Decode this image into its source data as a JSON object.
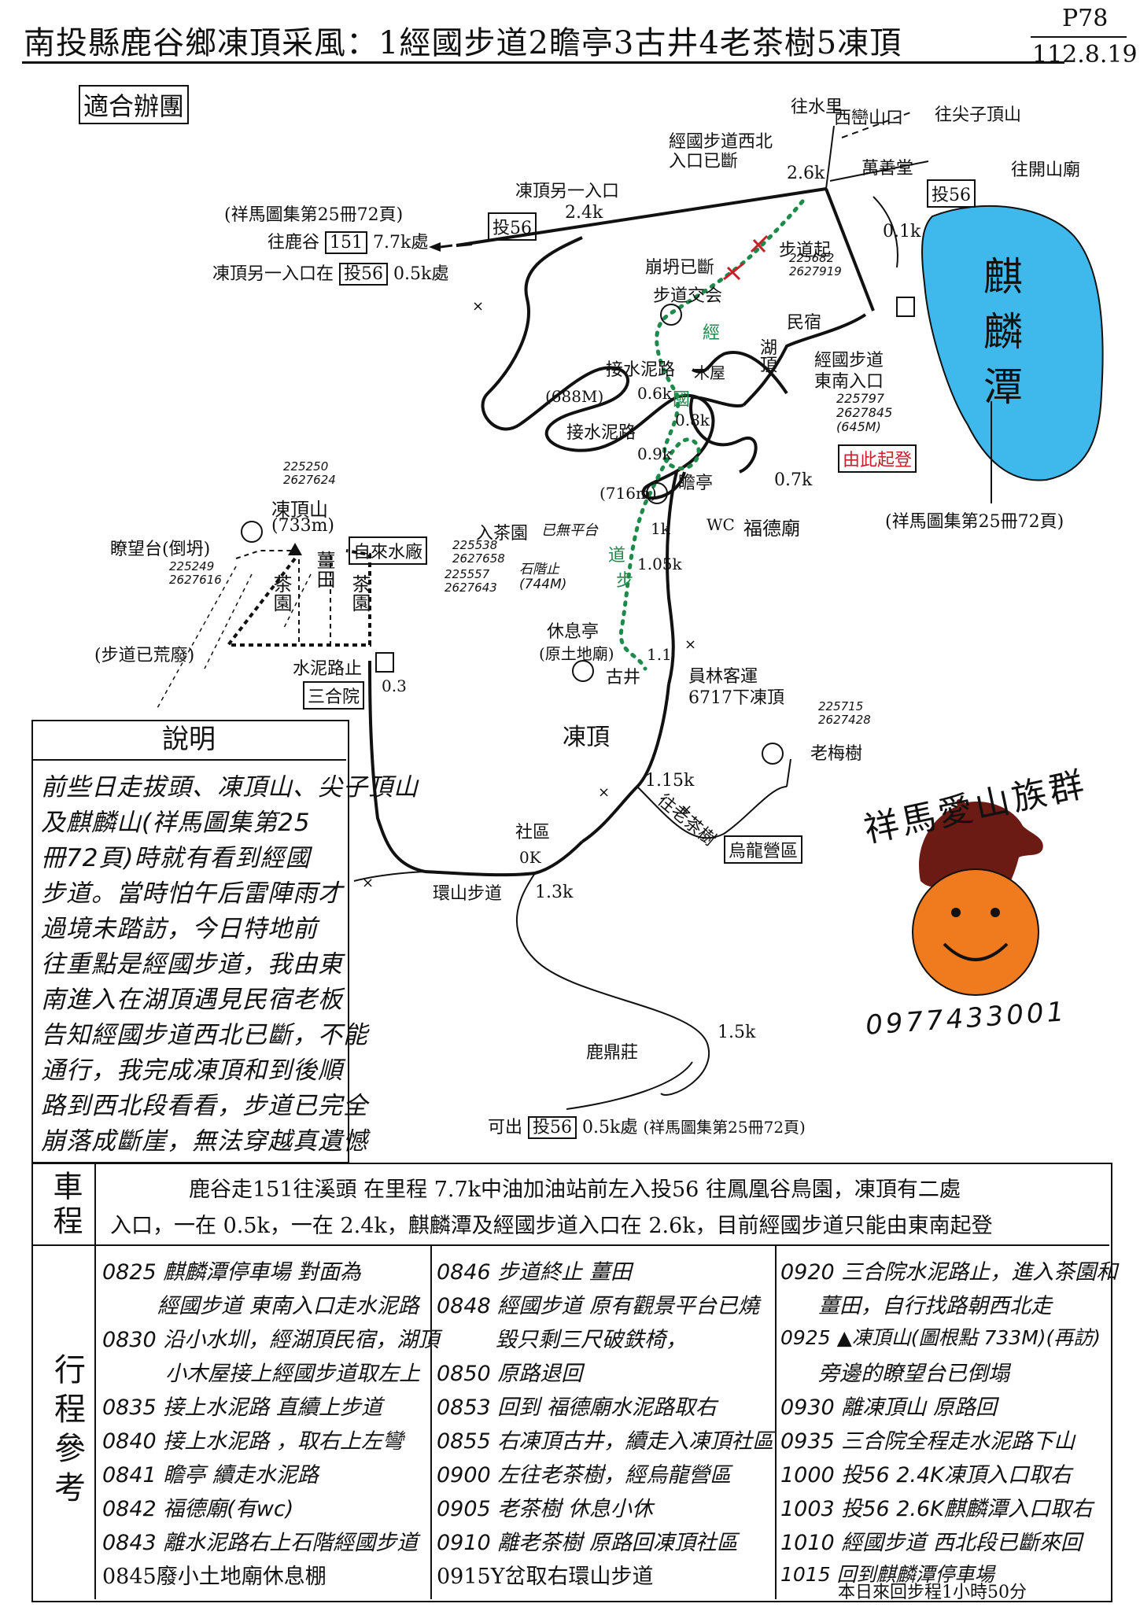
{
  "header": {
    "title": "南投縣鹿谷鄉凍頂采風：1經國步道2瞻亭3古井4老茶樹5凍頂",
    "page_no": "P78",
    "date": "112.8.19",
    "badge": "適合辦團"
  },
  "map": {
    "to_shuili": "往水里",
    "xiluanshan": "西巒山口",
    "to_jianzitou": "往尖子頂山",
    "wanshantang": "萬善堂",
    "to_kaishan": "往開山廟",
    "nw_entrance": "經國步道西北\n入口已斷",
    "d26": "2.6k",
    "tou56_a": "投56",
    "d01": "0.1k",
    "dongding_other": "凍頂另一入口",
    "d24": "2.4k",
    "tou56_b": "投56",
    "xiangma_a": "(祥馬圖集第25冊72頁)",
    "to_lugu_pre": "往鹿谷",
    "r151": "151",
    "to_lugu_post": "7.7k處",
    "other_ent_pre": "凍頂另一入口在",
    "tou56_c": "投56",
    "other_ent_post": "0.5k處",
    "collapse": "崩坍已斷",
    "trail_junction": "步道交会",
    "trail_start": "步道起",
    "trail_start_coord": "225682\n2627919",
    "jing": "經",
    "guo": "國",
    "dao": "道",
    "bu": "步",
    "water_pipe_a": "接水泥路",
    "water_pipe_b": "接水泥路",
    "elev_688": "(688M)",
    "cabin": "木屋",
    "lake_top": "湖頂",
    "mingsu": "民宿",
    "d06": "0.6k",
    "d08": "0.8k",
    "d09": "0.9k",
    "se_entrance": "經國步道\n東南入口",
    "se_coord": "225797\n2627845\n(645M)",
    "start_here": "由此起登",
    "lake_name": "麒麟潭",
    "xiangma_b": "(祥馬圖集第25冊72頁)",
    "zhanting": "瞻亭",
    "elev_716": "(716m)",
    "d07": "0.7k",
    "d1": "1k",
    "wc": "WC",
    "fudemiao": "福德廟",
    "dongdingshan_coord": "225250\n2627624",
    "dongdingshan": "凍頂山",
    "elev_733": "(733m)",
    "watchtower": "瞭望台(倒坍)",
    "watchtower_coord": "225249\n2627616",
    "waterworks": "自來水廠",
    "tea_a": "茶園",
    "yamfield": "薑田",
    "tea_b": "茶園",
    "abandoned": "(步道已荒廢)",
    "cement_end": "水泥路止",
    "d03": "0.3",
    "sanheyuan": "三合院",
    "into_tea": "入茶園",
    "viewing_platform": "已無平台",
    "platform_coord": "225538\n2627658",
    "stone_steps_coord": "225557\n2627643",
    "stone_steps": "石階止\n(744M)",
    "d105": "1.05k",
    "rest_pavilion": "休息亭",
    "land_temple": "(原土地廟)",
    "old_well": "古井",
    "d11": "1.1",
    "bus": "員林客運\n6717下凍頂",
    "dongding": "凍頂",
    "tree_coord": "225715\n2627428",
    "old_plum": "老梅樹",
    "d115": "1.15k",
    "to_oolong": "往老茶樹",
    "oolong_camp": "烏龍營區",
    "community": "社區",
    "d0k": "0K",
    "ring_trail": "環山步道",
    "d13": "1.3k",
    "d15": "1.5k",
    "luding": "鹿鼎莊",
    "exit_pre": "可出",
    "tou56_d": "投56",
    "exit_post": "0.5k處",
    "xiangma_c": "(祥馬圖集第25冊72頁)",
    "logo_text": "祥馬愛山族群",
    "phone": "0977433001"
  },
  "notes": {
    "heading": "說明",
    "lines": [
      "前些日走拔頭、凍頂山、尖子頂山",
      "及麒麟山(祥馬圖集第25",
      "冊72頁)時就有看到經國",
      "步道。當時怕午后雷陣雨才",
      "過境未踏訪，今日特地前",
      "往重點是經國步道，我由東",
      "南進入在湖頂遇見民宿老板",
      "告知經國步道西北已斷，不能",
      "通行，我完成凍頂和到後順",
      "路到西北段看看，步道已完全",
      "崩落成斷崖，無法穿越真遺憾"
    ]
  },
  "transport": {
    "label": "車程",
    "line1": "鹿谷走151往溪頭 在里程 7.7k中油加油站前左入投56 往鳳凰谷鳥園，凍頂有二處",
    "line2": "入口，一在 0.5k，一在 2.4k，麒麟潭及經國步道入口在 2.6k，目前經國步道只能由東南起登"
  },
  "itinerary": {
    "label": "行程參考",
    "col1": [
      "0825 麒麟潭停車場 對面為",
      "經國步道 東南入口走水泥路",
      "0830 沿小水圳，經湖頂民宿，湖頂",
      "小木屋接上經國步道取左上",
      "0835 接上水泥路 直續上步道",
      "0840 接上水泥路 ，取右上左彎",
      "0841 瞻亭 續走水泥路",
      "0842 福德廟(有wc)",
      "0843 離水泥路右上石階經國步道",
      "0845廢小土地廟休息棚"
    ],
    "col2": [
      "0846 步道終止 薑田",
      "0848 經國步道 原有觀景平台已燒",
      "毀只剩三尺破鉄椅，",
      "0850 原路退回",
      "0853 回到 福德廟水泥路取右",
      "0855 右凍頂古井，續走入凍頂社區",
      "0900 左往老茶樹，經烏龍營區",
      "0905 老茶樹 休息小休",
      "0910 離老茶樹 原路回凍頂社區",
      "0915Y岔取右環山步道"
    ],
    "col3": [
      "0920 三合院水泥路止，進入茶園和",
      "薑田，自行找路朝西北走",
      "0925 ▲凍頂山(圖根點 733M)(再訪)",
      "旁邊的瞭望台已倒塌",
      "0930 離凍頂山 原路回",
      "0935 三合院全程走水泥路下山",
      "1000 投56 2.4K凍頂入口取右",
      "1003 投56 2.6K麒麟潭入口取右",
      "1010 經國步道 西北段已斷來回",
      "1015 回到麒麟潭停車場",
      "本日來回步程1小時50分"
    ]
  },
  "colors": {
    "lake": "#3fb8ec",
    "trail_green": "#1d8a4a",
    "collapse_red": "#c8202a",
    "horse": "#6b1a14",
    "face": "#f07b1f"
  }
}
